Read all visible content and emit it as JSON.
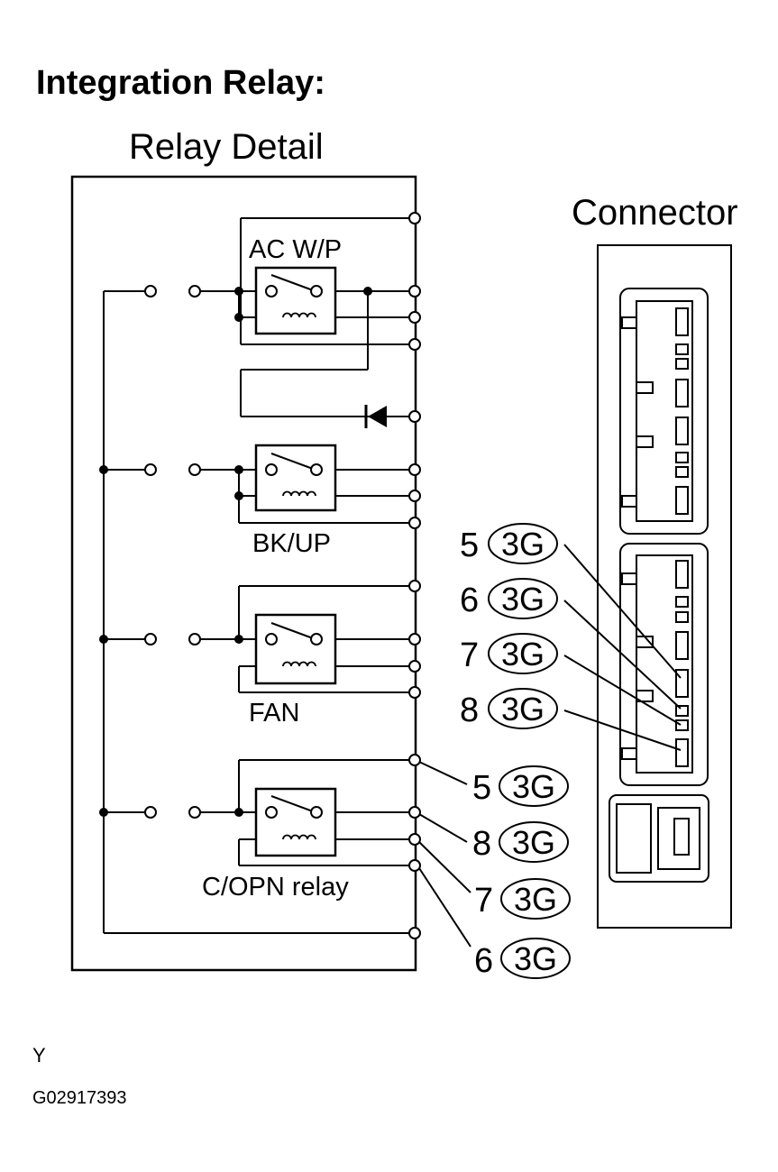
{
  "title": "Integration Relay:",
  "relay_detail": {
    "heading": "Relay Detail",
    "relays": [
      {
        "label": "AC W/P"
      },
      {
        "label": "BK/UP"
      },
      {
        "label": "FAN"
      },
      {
        "label": "C/OPN relay"
      }
    ]
  },
  "connector": {
    "heading": "Connector",
    "pins": [
      {
        "num": "5",
        "code": "3G"
      },
      {
        "num": "6",
        "code": "3G"
      },
      {
        "num": "7",
        "code": "3G"
      },
      {
        "num": "8",
        "code": "3G"
      }
    ]
  },
  "relay_pins": [
    {
      "num": "5",
      "code": "3G"
    },
    {
      "num": "8",
      "code": "3G"
    },
    {
      "num": "7",
      "code": "3G"
    },
    {
      "num": "6",
      "code": "3G"
    }
  ],
  "footer": {
    "orientation_mark": "Y",
    "figure_id": "G02917393"
  }
}
